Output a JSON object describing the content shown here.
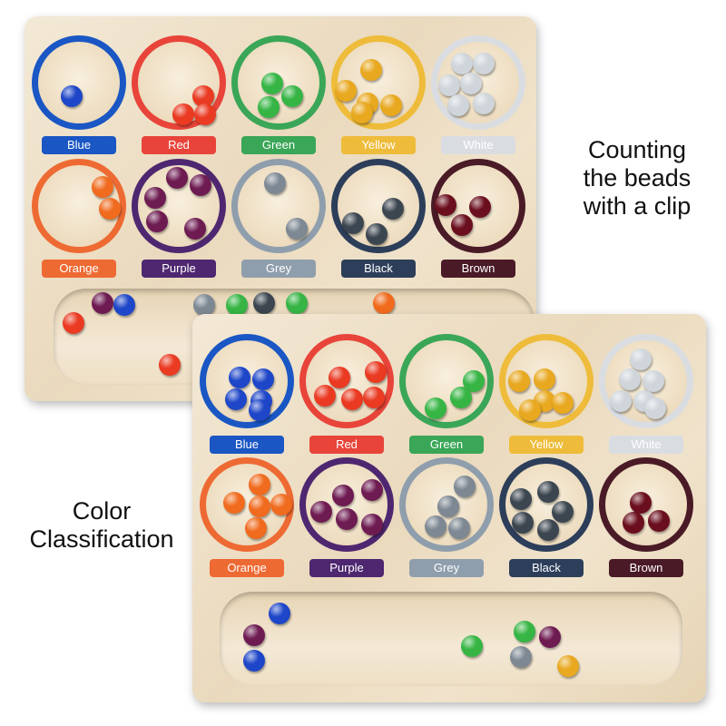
{
  "captions": {
    "top_right": [
      "Counting",
      "the beads",
      "with a clip"
    ],
    "left": [
      "Color",
      "Classification"
    ]
  },
  "labels": [
    "Blue",
    "Red",
    "Green",
    "Yellow",
    "White",
    "Orange",
    "Purple",
    "Grey",
    "Black",
    "Brown"
  ],
  "label_colors": [
    "#1a56c4",
    "#e8443a",
    "#3aa657",
    "#eebc3a",
    "#d9dde2",
    "#ee6a33",
    "#4e2770",
    "#8f9eac",
    "#2c3e5a",
    "#4a1a26"
  ],
  "bead_colors": {
    "blue": "#1e46c8",
    "red": "#ea3a22",
    "green": "#36b545",
    "yellow": "#e8a81f",
    "white": "#cfd5da",
    "orange": "#f06b1e",
    "purple": "#6e1b52",
    "grey": "#7d8893",
    "black": "#3c4650",
    "brown": "#6b0f1e"
  }
}
